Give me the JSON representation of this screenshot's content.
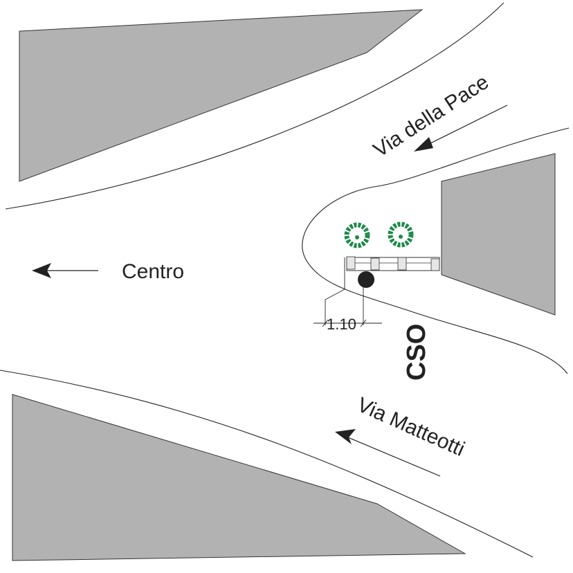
{
  "labels": {
    "via_della_pace": "Via della Pace",
    "centro": "Centro",
    "via_matteotti": "Via Matteotti",
    "cso": "CSO",
    "dimension": "1.10"
  },
  "colors": {
    "building": "#b2b2b2",
    "tree": "#1e8a4a",
    "pole": "#222222"
  }
}
